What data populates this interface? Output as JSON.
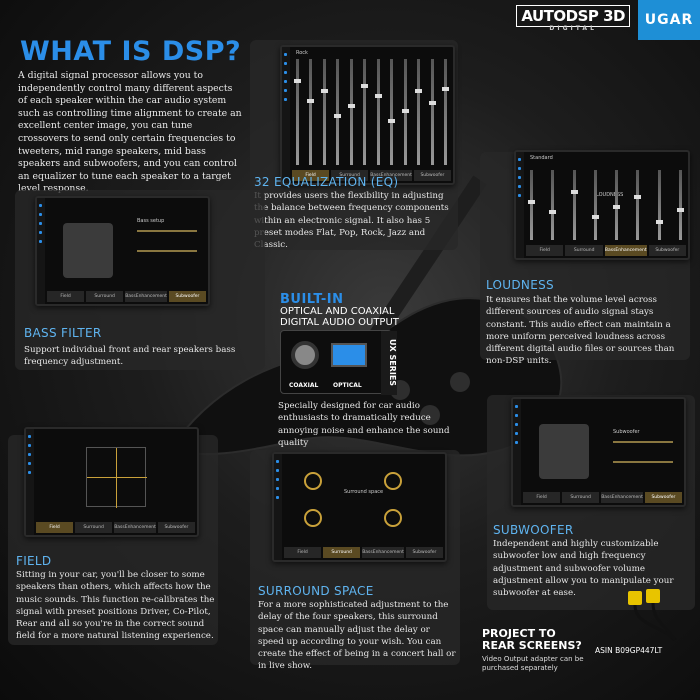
{
  "brand": {
    "autodsp_main": "AUTODSP 3D",
    "autodsp_sub": "DIGITAL",
    "ugar": "UGAR"
  },
  "header": {
    "title": "WHAT IS DSP?",
    "intro": "A digital signal processor allows you to independently control many different aspects of each speaker within the car audio system such as controlling time alignment to create an excellent center image, you can tune crossovers to send only certain frequencies to tweeters, mid range speakers, mid bass speakers and subwoofers, and you can control an equalizer to tune each speaker to a target level response."
  },
  "tabs": [
    "Field",
    "Surround",
    "BassEnhancement",
    "Subwoofer"
  ],
  "features": {
    "eq": {
      "title": "32 EQUALIZATION (EQ)",
      "desc": "It provides users the flexibility in adjusting the balance between frequency components within an electronic signal. It also has 5 preset modes Flat, Pop, Rock, Jazz and Classic.",
      "screen_mode": "Rock"
    },
    "loudness": {
      "title": "LOUDNESS",
      "desc": "It ensures that the volume level across different sources of audio signal stays constant. This audio effect can maintain a more uniform perceived loudness across different digital audio files or sources than non-DSP units.",
      "screen_mode": "Standard",
      "screen_label": "LOUDNESS"
    },
    "bass": {
      "title": "BASS FILTER",
      "desc": "Support individual front and rear speakers bass frequency adjustment.",
      "screen_label": "Bass setup"
    },
    "builtin": {
      "title": "BUILT-IN",
      "subtitle": "OPTICAL AND COAXIAL DIGITAL AUDIO OUTPUT",
      "coaxial": "COAXIAL",
      "optical": "OPTICAL",
      "series": "UX SERIES",
      "desc": "Specially designed for car audio enthusiasts to dramatically reduce annoying noise and enhance the sound quality"
    },
    "field": {
      "title": "FIELD",
      "desc": "Sitting in your car, you'll be closer to some speakers than others, which affects how the music sounds. This function re-calibrates the signal with preset positions Driver, Co-Pilot, Rear and all so you're in the correct sound field for a more natural listening experience."
    },
    "surround": {
      "title": "SURROUND SPACE",
      "desc": "For a more sophisticated adjustment to the delay of the four speakers, this surround space can manually adjust the delay or speed up according to your wish. You can create the effect of being in a concert hall or in live show.",
      "screen_label": "Surround space"
    },
    "subwoofer": {
      "title": "SUBWOOFER",
      "desc": "Independent and highly customizable subwoofer low and high frequency adjustment and subwoofer volume adjustment allow you to manipulate your subwoofer at ease.",
      "screen_label": "Subwoofer"
    }
  },
  "project": {
    "title": "PROJECT TO REAR SCREENS?",
    "note": "Video Output adapter can be purchased separately",
    "asin": "ASIN B09GP447LT"
  },
  "colors": {
    "accent": "#2b8ee8",
    "feature_title": "#5fb4f0",
    "active_tab": "#5a4a22"
  }
}
